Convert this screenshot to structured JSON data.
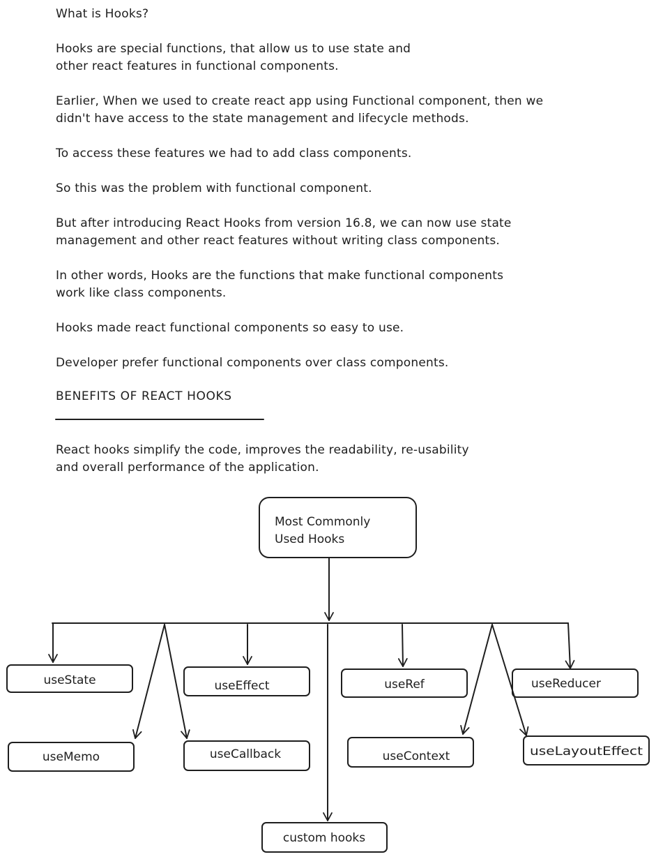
{
  "content": {
    "intro_question": "What is Hooks?",
    "paragraphs": [
      {
        "lines": [
          "Hooks are special functions, that allow us to use state and",
          "other react features in functional components."
        ]
      },
      {
        "lines": [
          "Earlier, When we used to create react app using Functional component, then we",
          "didn't have access to the state management and lifecycle methods."
        ]
      },
      {
        "lines": [
          "To access these features we had to add class components."
        ]
      },
      {
        "lines": [
          "So this was the problem with functional component."
        ]
      },
      {
        "lines": [
          "But after introducing React Hooks from version 16.8, we can now use state",
          "management and other react features without writing class components."
        ]
      },
      {
        "lines": [
          "In other words, Hooks are the functions that make functional components",
          "work like class components."
        ]
      },
      {
        "lines": [
          "Hooks made react functional components so easy to use."
        ]
      },
      {
        "lines": [
          "Developer prefer functional components over class components."
        ]
      }
    ],
    "benefits_heading": "BENEFITS OF REACT HOOKS",
    "benefits_text": [
      "React hooks simplify the code, improves the readability, re-usability",
      "and overall performance of the application."
    ]
  },
  "diagram": {
    "root": {
      "lines": [
        "Most Commonly",
        "Used Hooks"
      ]
    },
    "hooks": {
      "use_state": "useState",
      "use_effect": "useEffect",
      "use_ref": "useRef",
      "use_reducer": "useReducer",
      "use_memo": "useMemo",
      "use_callback": "useCallback",
      "use_context": "useContext",
      "use_layout_effect": "useLayoutEffect",
      "custom_hooks": "custom hooks"
    },
    "stroke_color": "#1e1e1e"
  }
}
